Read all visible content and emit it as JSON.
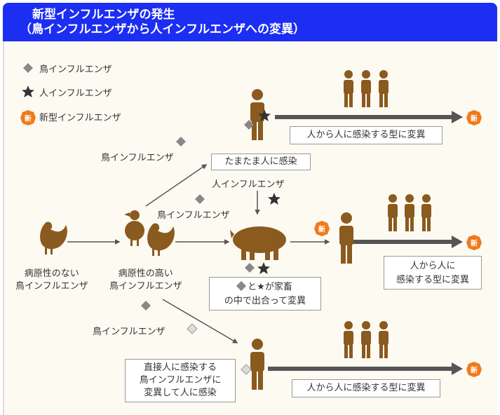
{
  "title": {
    "line1": "新型インフルエンザの発生",
    "line2": "（鳥インフルエンザから人インフルエンザへの変異）"
  },
  "legend": [
    {
      "icon": "diamond-icon",
      "label": "鳥インフルエンザ"
    },
    {
      "icon": "star-icon",
      "label": "人インフルエンザ"
    },
    {
      "icon": "shin-badge-icon",
      "label": "新型インフルエンザ",
      "badge": "新"
    }
  ],
  "labels": {
    "bird_flu_top": "鳥インフルエンザ",
    "human_flu_mid": "人インフルエンザ",
    "bird_flu_mid": "鳥インフルエンザ",
    "bird_flu_bottom": "鳥インフルエンザ",
    "chicken_low": "病原性のない\n鳥インフルエンザ",
    "chicken_high": "病原性の高い\n鳥インフルエンザ"
  },
  "boxes": {
    "accidental": "たまたま人に感染",
    "mutate_top": "人から人に感染する型に変異",
    "mix_line1_suffix": "と",
    "mix_line1_end": "が家畜",
    "mix_line2": "の中で出合って変異",
    "mutate_mid": "人から人に\n感染する型に変異",
    "direct": "直接人に感染する\n鳥インフルエンザに\n変異して人に感染",
    "mutate_bottom": "人から人に感染する型に変異"
  },
  "badge_text": "新",
  "colors": {
    "header_bg": "#1c2ef2",
    "figure": "#8a5a1f",
    "arrow_dark": "#555555",
    "badge": "#f07a1a",
    "canvas_bg": "#fdfaf2"
  }
}
